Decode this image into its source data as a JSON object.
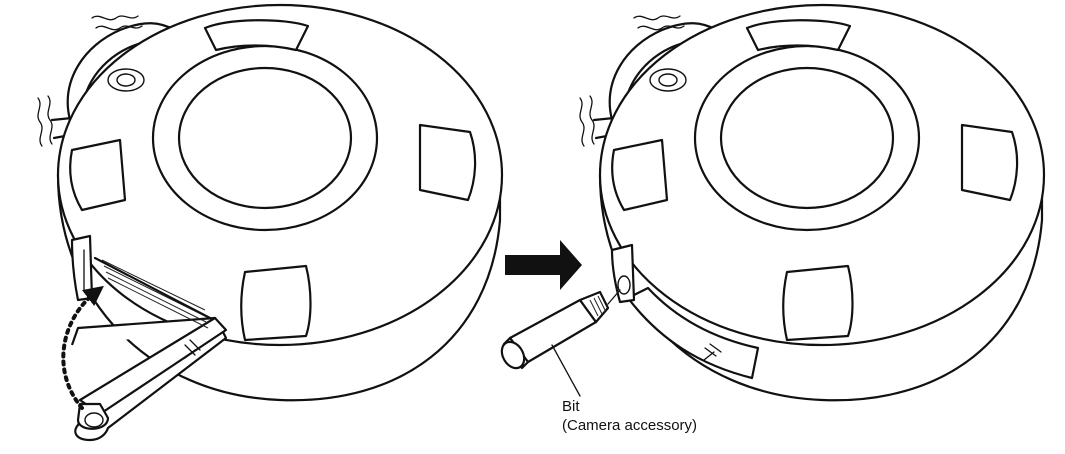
{
  "figure": {
    "callout_label_line1": "Bit",
    "callout_label_line2": "(Camera accessory)",
    "arrow_direction": "right",
    "ink_color": "#111111",
    "background_color": "#ffffff"
  }
}
